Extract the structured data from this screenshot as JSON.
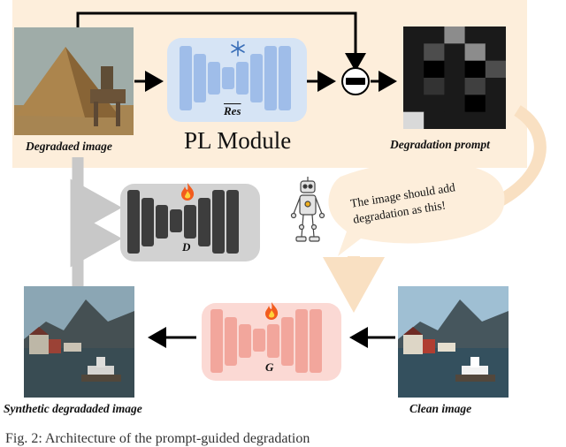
{
  "labels": {
    "degraded_image": "Degradaed image",
    "degradation_prompt": "Degradation prompt",
    "pl_module": "PL Module",
    "res": "Res",
    "discriminator": "D",
    "generator": "G",
    "clean_image": "Clean image",
    "synthetic_image": "Synthetic degradaded image",
    "bubble_line1": "The image should add",
    "bubble_line2": "degradation as this!",
    "caption": "Fig. 2: Architecture of the prompt-guided degradation"
  },
  "colors": {
    "panel_bg": "#fdeedb",
    "pl_box": "#d6e4f5",
    "pl_bars": "#9fbde9",
    "d_box": "#d2d2d2",
    "d_bars": "#3d3d3d",
    "g_box": "#fbd9d4",
    "g_bars": "#f2a69c",
    "gray_arrow": "#c8c8c8",
    "orange_arrow": "#f9e0c2",
    "sky": "#8fb0c4",
    "mountain": "#3d4b52",
    "water": "#2e4652"
  },
  "icons": {
    "pl_module": "snowflake-icon",
    "discriminator": "fire-icon",
    "generator": "fire-icon",
    "subtract": "minus-circle-icon",
    "robot": "robot-icon"
  },
  "prompt_grid_levels": [
    [
      0.1,
      0.1,
      0.55,
      0.1,
      0.1
    ],
    [
      0.1,
      0.3,
      0.1,
      0.55,
      0.1
    ],
    [
      0.1,
      0.0,
      0.1,
      0.0,
      0.3
    ],
    [
      0.1,
      0.2,
      0.1,
      0.25,
      0.1
    ],
    [
      0.1,
      0.1,
      0.1,
      0.0,
      0.1
    ],
    [
      0.85,
      0.1,
      0.1,
      0.1,
      0.1
    ]
  ]
}
